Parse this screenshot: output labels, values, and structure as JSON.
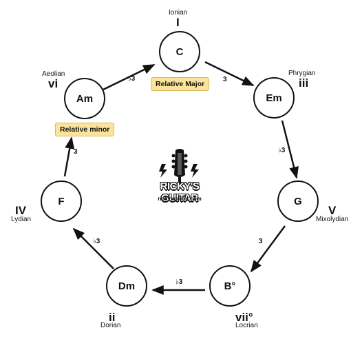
{
  "nodes": {
    "c": {
      "chord": "C",
      "roman": "I",
      "mode": "Ionian"
    },
    "em": {
      "chord": "Em",
      "roman": "iii",
      "mode": "Phrygian"
    },
    "g": {
      "chord": "G",
      "roman": "V",
      "mode": "Mixolydian"
    },
    "b": {
      "chord": "B°",
      "roman": "vii°",
      "mode": "Locrian"
    },
    "dm": {
      "chord": "Dm",
      "roman": "ii",
      "mode": "Dorian"
    },
    "f": {
      "chord": "F",
      "roman": "IV",
      "mode": "Lydian"
    },
    "am": {
      "chord": "Am",
      "roman": "vi",
      "mode": "Aeolian"
    }
  },
  "intervals": {
    "am_to_c": "♭3",
    "c_to_em": "3",
    "em_to_g": "♭3",
    "g_to_b": "3",
    "b_to_dm": "♭3",
    "dm_to_f": "♭3",
    "f_to_am": "3"
  },
  "badges": {
    "relative_major": "Relative Major",
    "relative_minor": "Relative minor"
  },
  "logo": {
    "title": "RICKY'S GUITAR",
    "url": "rickysguitar.com"
  }
}
